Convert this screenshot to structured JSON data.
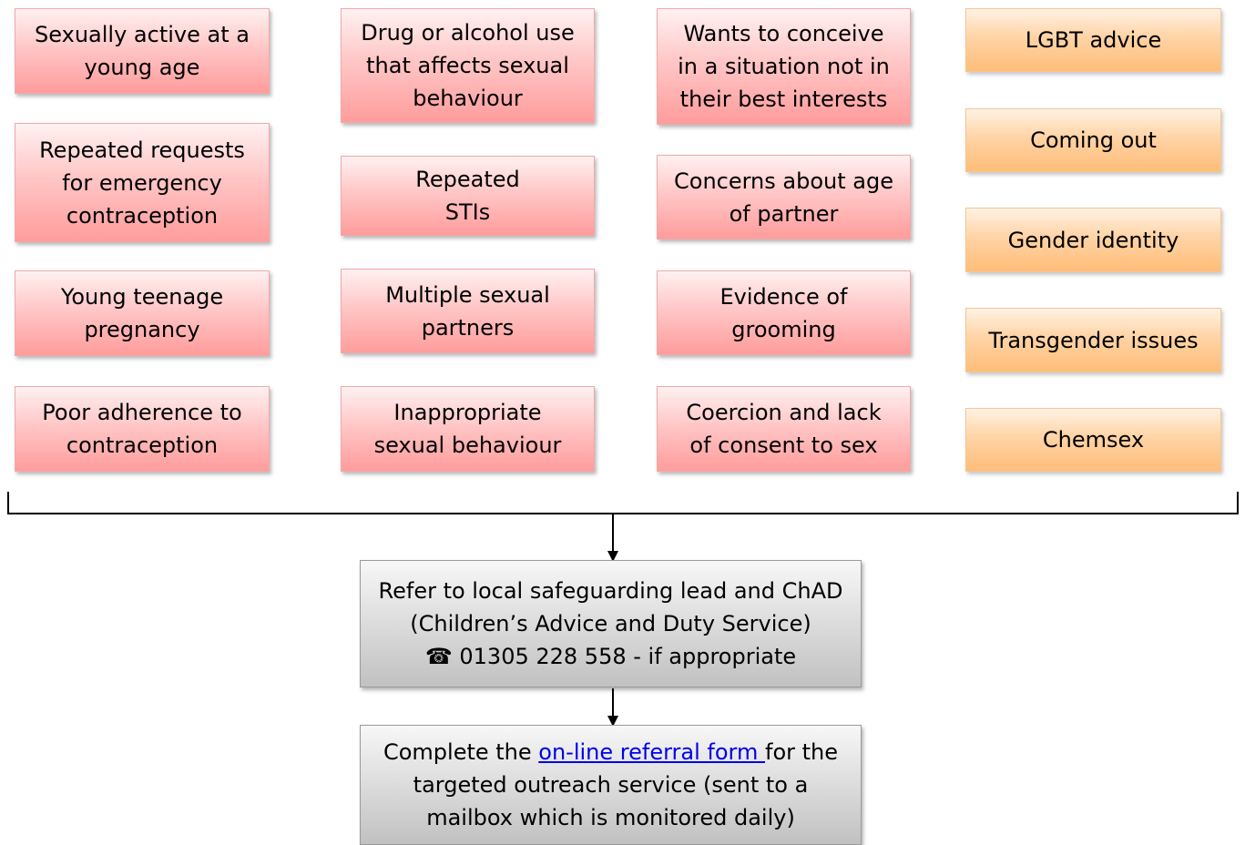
{
  "columns": [
    {
      "boxes": [
        {
          "lines": [
            "Sexually active at a",
            "young age"
          ]
        },
        {
          "lines": [
            "Repeated requests",
            "for emergency",
            "contraception"
          ]
        },
        {
          "lines": [
            "Young teenage",
            "pregnancy"
          ]
        },
        {
          "lines": [
            "Poor adherence to",
            "contraception"
          ]
        }
      ]
    },
    {
      "boxes": [
        {
          "lines": [
            "Drug or alcohol use",
            "that affects sexual",
            "behaviour"
          ]
        },
        {
          "lines": [
            "Repeated",
            "STIs"
          ]
        },
        {
          "lines": [
            "Multiple sexual",
            "partners"
          ]
        },
        {
          "lines": [
            "Inappropriate",
            "sexual behaviour"
          ]
        }
      ]
    },
    {
      "boxes": [
        {
          "lines": [
            "Wants to conceive",
            "in a situation not in",
            "their best interests"
          ]
        },
        {
          "lines": [
            "Concerns about age",
            "of partner"
          ]
        },
        {
          "lines": [
            "Evidence of",
            "grooming"
          ]
        },
        {
          "lines": [
            "Coercion and lack",
            "of consent to sex"
          ]
        }
      ]
    },
    {
      "boxes": [
        {
          "lines": [
            "LGBT advice"
          ]
        },
        {
          "lines": [
            "Coming out"
          ]
        },
        {
          "lines": [
            "Gender identity"
          ]
        },
        {
          "lines": [
            "Transgender issues"
          ]
        },
        {
          "lines": [
            "Chemsex"
          ]
        }
      ]
    }
  ],
  "refer_box": {
    "line1": "Refer to local safeguarding lead and ChAD",
    "line2": "(Children’s Advice and Duty Service)",
    "phone_icon": "☎",
    "line3": " 01305 228 558 - if appropriate"
  },
  "complete_box": {
    "prefix": "Complete the ",
    "link_text": "on-line referral form ",
    "suffix": "for the",
    "line2": "targeted outreach service (sent to a",
    "line3": "mailbox which is monitored daily)"
  },
  "colors": {
    "pink_box": "#ffc7c7",
    "orange_box": "#ffd4a6",
    "grey_box": "#dcdcdc",
    "link": "#0000ee"
  }
}
